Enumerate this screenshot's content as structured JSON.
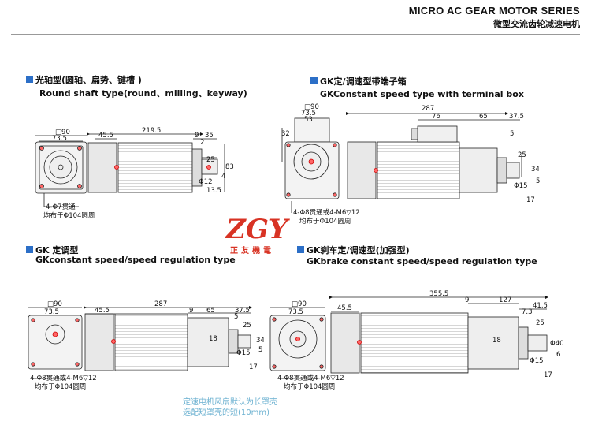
{
  "header": {
    "title": "MICRO AC GEAR MOTOR SERIES",
    "subtitle": "微型交流齿轮减速电机"
  },
  "sections": [
    {
      "title": "光轴型(圆轴、扁势、键槽 )",
      "subtitle": "Round shaft type(round、milling、keyway)"
    },
    {
      "title": "GK定/调速型带端子箱",
      "subtitle": "GKConstant speed type with terminal box"
    },
    {
      "title": "GK 定调型",
      "subtitle": "GKconstant speed/speed regulation type"
    },
    {
      "title": "GK刹车定/调速型(加强型)",
      "subtitle": "GKbrake constant speed/speed regulation type"
    }
  ],
  "logo": {
    "brand": "ZGY",
    "sub": "正友機電"
  },
  "footnote": {
    "line1": "定速电机风扇默认为长罩壳",
    "line2": "选配短罩壳的短(10mm)"
  },
  "dims": {
    "a": {
      "sq": "□90",
      "w1": "73.5",
      "L": "219.5",
      "m": "45.5",
      "d9": "9",
      "d35": "35",
      "d2": "2",
      "d25": "25",
      "d83": "83",
      "d4": "4",
      "phi12": "Φ12",
      "d135": "13.5",
      "hole": "4-Φ7贯通",
      "pcd": "均布于Φ104圆周"
    },
    "b": {
      "sq": "□90",
      "w1": "73.5",
      "d53": "53",
      "d32": "32",
      "L": "287",
      "d76": "76",
      "d65": "65",
      "d375": "37.5",
      "d5": "5",
      "d25": "25",
      "d34": "34",
      "phi15": "Φ15",
      "d5b": "5",
      "d17": "17",
      "hole": "4-Φ8贯通或4-M6▽12",
      "pcd": "均布于Φ104圆周"
    },
    "c": {
      "sq": "□90",
      "w1": "73.5",
      "m": "45.5",
      "L": "287",
      "d9": "9",
      "d65": "65",
      "d375": "37.5",
      "d5": "5",
      "d25": "25",
      "d18": "18",
      "d34": "34",
      "phi15": "Φ15",
      "d5b": "5",
      "d17": "17",
      "hole": "4-Φ8贯通或4-M6▽12",
      "pcd": "均布于Φ104圆周"
    },
    "d": {
      "sq": "□90",
      "w1": "73.5",
      "m": "45.5",
      "L": "355.5",
      "d9": "9",
      "d127": "127",
      "d415": "41.5",
      "d73": "7.3",
      "d25": "25",
      "d18": "18",
      "phi40": "Φ40",
      "phi15": "Φ15",
      "d6": "6",
      "d17": "17",
      "hole": "4-Φ8贯通或4-M6▽12",
      "pcd": "均布于Φ104圆周"
    }
  }
}
